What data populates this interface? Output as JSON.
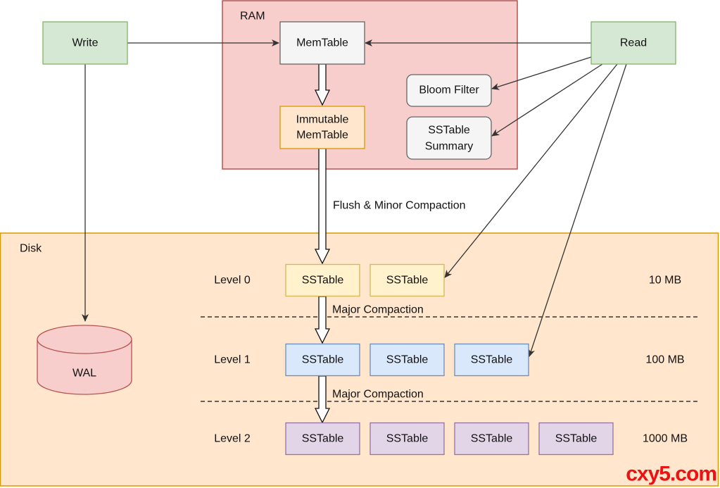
{
  "diagram": {
    "colors": {
      "client_fill": "#d5e8d4",
      "client_stroke": "#82b366",
      "ram_fill": "#f8cecc",
      "ram_stroke": "#b85450",
      "disk_fill": "#ffe6cc",
      "disk_stroke": "#d79b00",
      "memtable_fill": "#f5f5f5",
      "memtable_stroke": "#666666",
      "immutable_fill": "#ffe6cc",
      "immutable_stroke": "#d79b00",
      "level0_fill": "#fff2cc",
      "level0_stroke": "#d6b656",
      "level1_fill": "#dae8fc",
      "level1_stroke": "#6c8ebf",
      "level2_fill": "#e1d5e7",
      "level2_stroke": "#9673a6",
      "wal_fill": "#f8cecc",
      "wal_stroke": "#b85450",
      "watermark": "#ee1111"
    },
    "write": {
      "label": "Write"
    },
    "read": {
      "label": "Read"
    },
    "ram": {
      "label": "RAM",
      "memtable": "MemTable",
      "immutable_line1": "Immutable",
      "immutable_line2": "MemTable",
      "bloom_filter": "Bloom Filter",
      "sstable_summary_line1": "SSTable",
      "sstable_summary_line2": "Summary"
    },
    "flush_label": "Flush & Minor Compaction",
    "disk": {
      "label": "Disk",
      "wal": "WAL",
      "levels": [
        {
          "name": "Level 0",
          "size": "10 MB",
          "sstables": [
            "SSTable",
            "SSTable"
          ]
        },
        {
          "name": "Level 1",
          "size": "100 MB",
          "sstables": [
            "SSTable",
            "SSTable",
            "SSTable"
          ]
        },
        {
          "name": "Level 2",
          "size": "1000 MB",
          "sstables": [
            "SSTable",
            "SSTable",
            "SSTable",
            "SSTable"
          ]
        }
      ],
      "compactions": [
        "Major Compaction",
        "Major Compaction"
      ]
    },
    "watermark": "cxy5.com"
  }
}
